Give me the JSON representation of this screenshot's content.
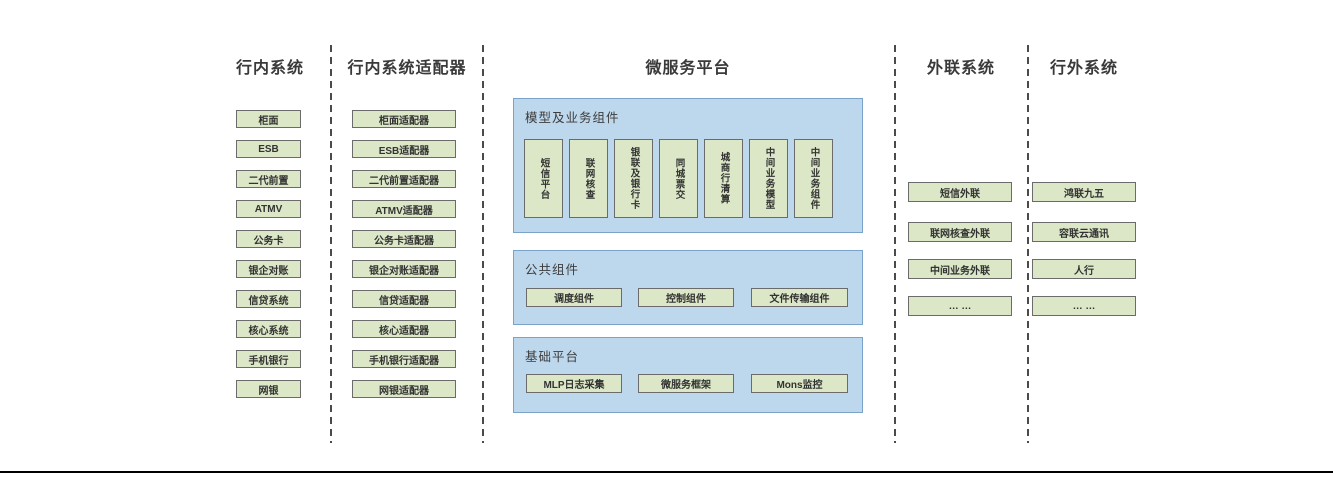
{
  "diagram": {
    "internal": {
      "title": "行内系统",
      "items": [
        "柜面",
        "ESB",
        "二代前置",
        "ATMV",
        "公务卡",
        "银企对账",
        "信贷系统",
        "核心系统",
        "手机银行",
        "网银"
      ]
    },
    "adapters": {
      "title": "行内系统适配器",
      "items": [
        "柜面适配器",
        "ESB适配器",
        "二代前置适配器",
        "ATMV适配器",
        "公务卡适配器",
        "银企对账适配器",
        "信贷适配器",
        "核心适配器",
        "手机银行适配器",
        "网银适配器"
      ]
    },
    "platform": {
      "title": "微服务平台",
      "model_panel": {
        "label": "模型及业务组件",
        "items": [
          "短信平台",
          "联网核查",
          "银联及银行卡",
          "同城票交",
          "城商行清算",
          "中间业务模型",
          "中间业务组件"
        ]
      },
      "common_panel": {
        "label": "公共组件",
        "items": [
          "调度组件",
          "控制组件",
          "文件传输组件"
        ]
      },
      "base_panel": {
        "label": "基础平台",
        "items": [
          "MLP日志采集",
          "微服务框架",
          "Mons监控"
        ]
      }
    },
    "outreach": {
      "title": "外联系统",
      "items": [
        "短信外联",
        "联网核查外联",
        "中间业务外联",
        "… …"
      ]
    },
    "external": {
      "title": "行外系统",
      "items": [
        "鸿联九五",
        "容联云通讯",
        "人行",
        "… …"
      ]
    },
    "colors": {
      "box_fill": "#dbe7c6",
      "box_border": "#6b6b6b",
      "panel_fill": "#bdd7ec",
      "panel_border": "#7aa3cc",
      "title_color": "#3a3a3a",
      "divider_color": "#4a4a4a",
      "bottom_rule": "#000000"
    }
  }
}
